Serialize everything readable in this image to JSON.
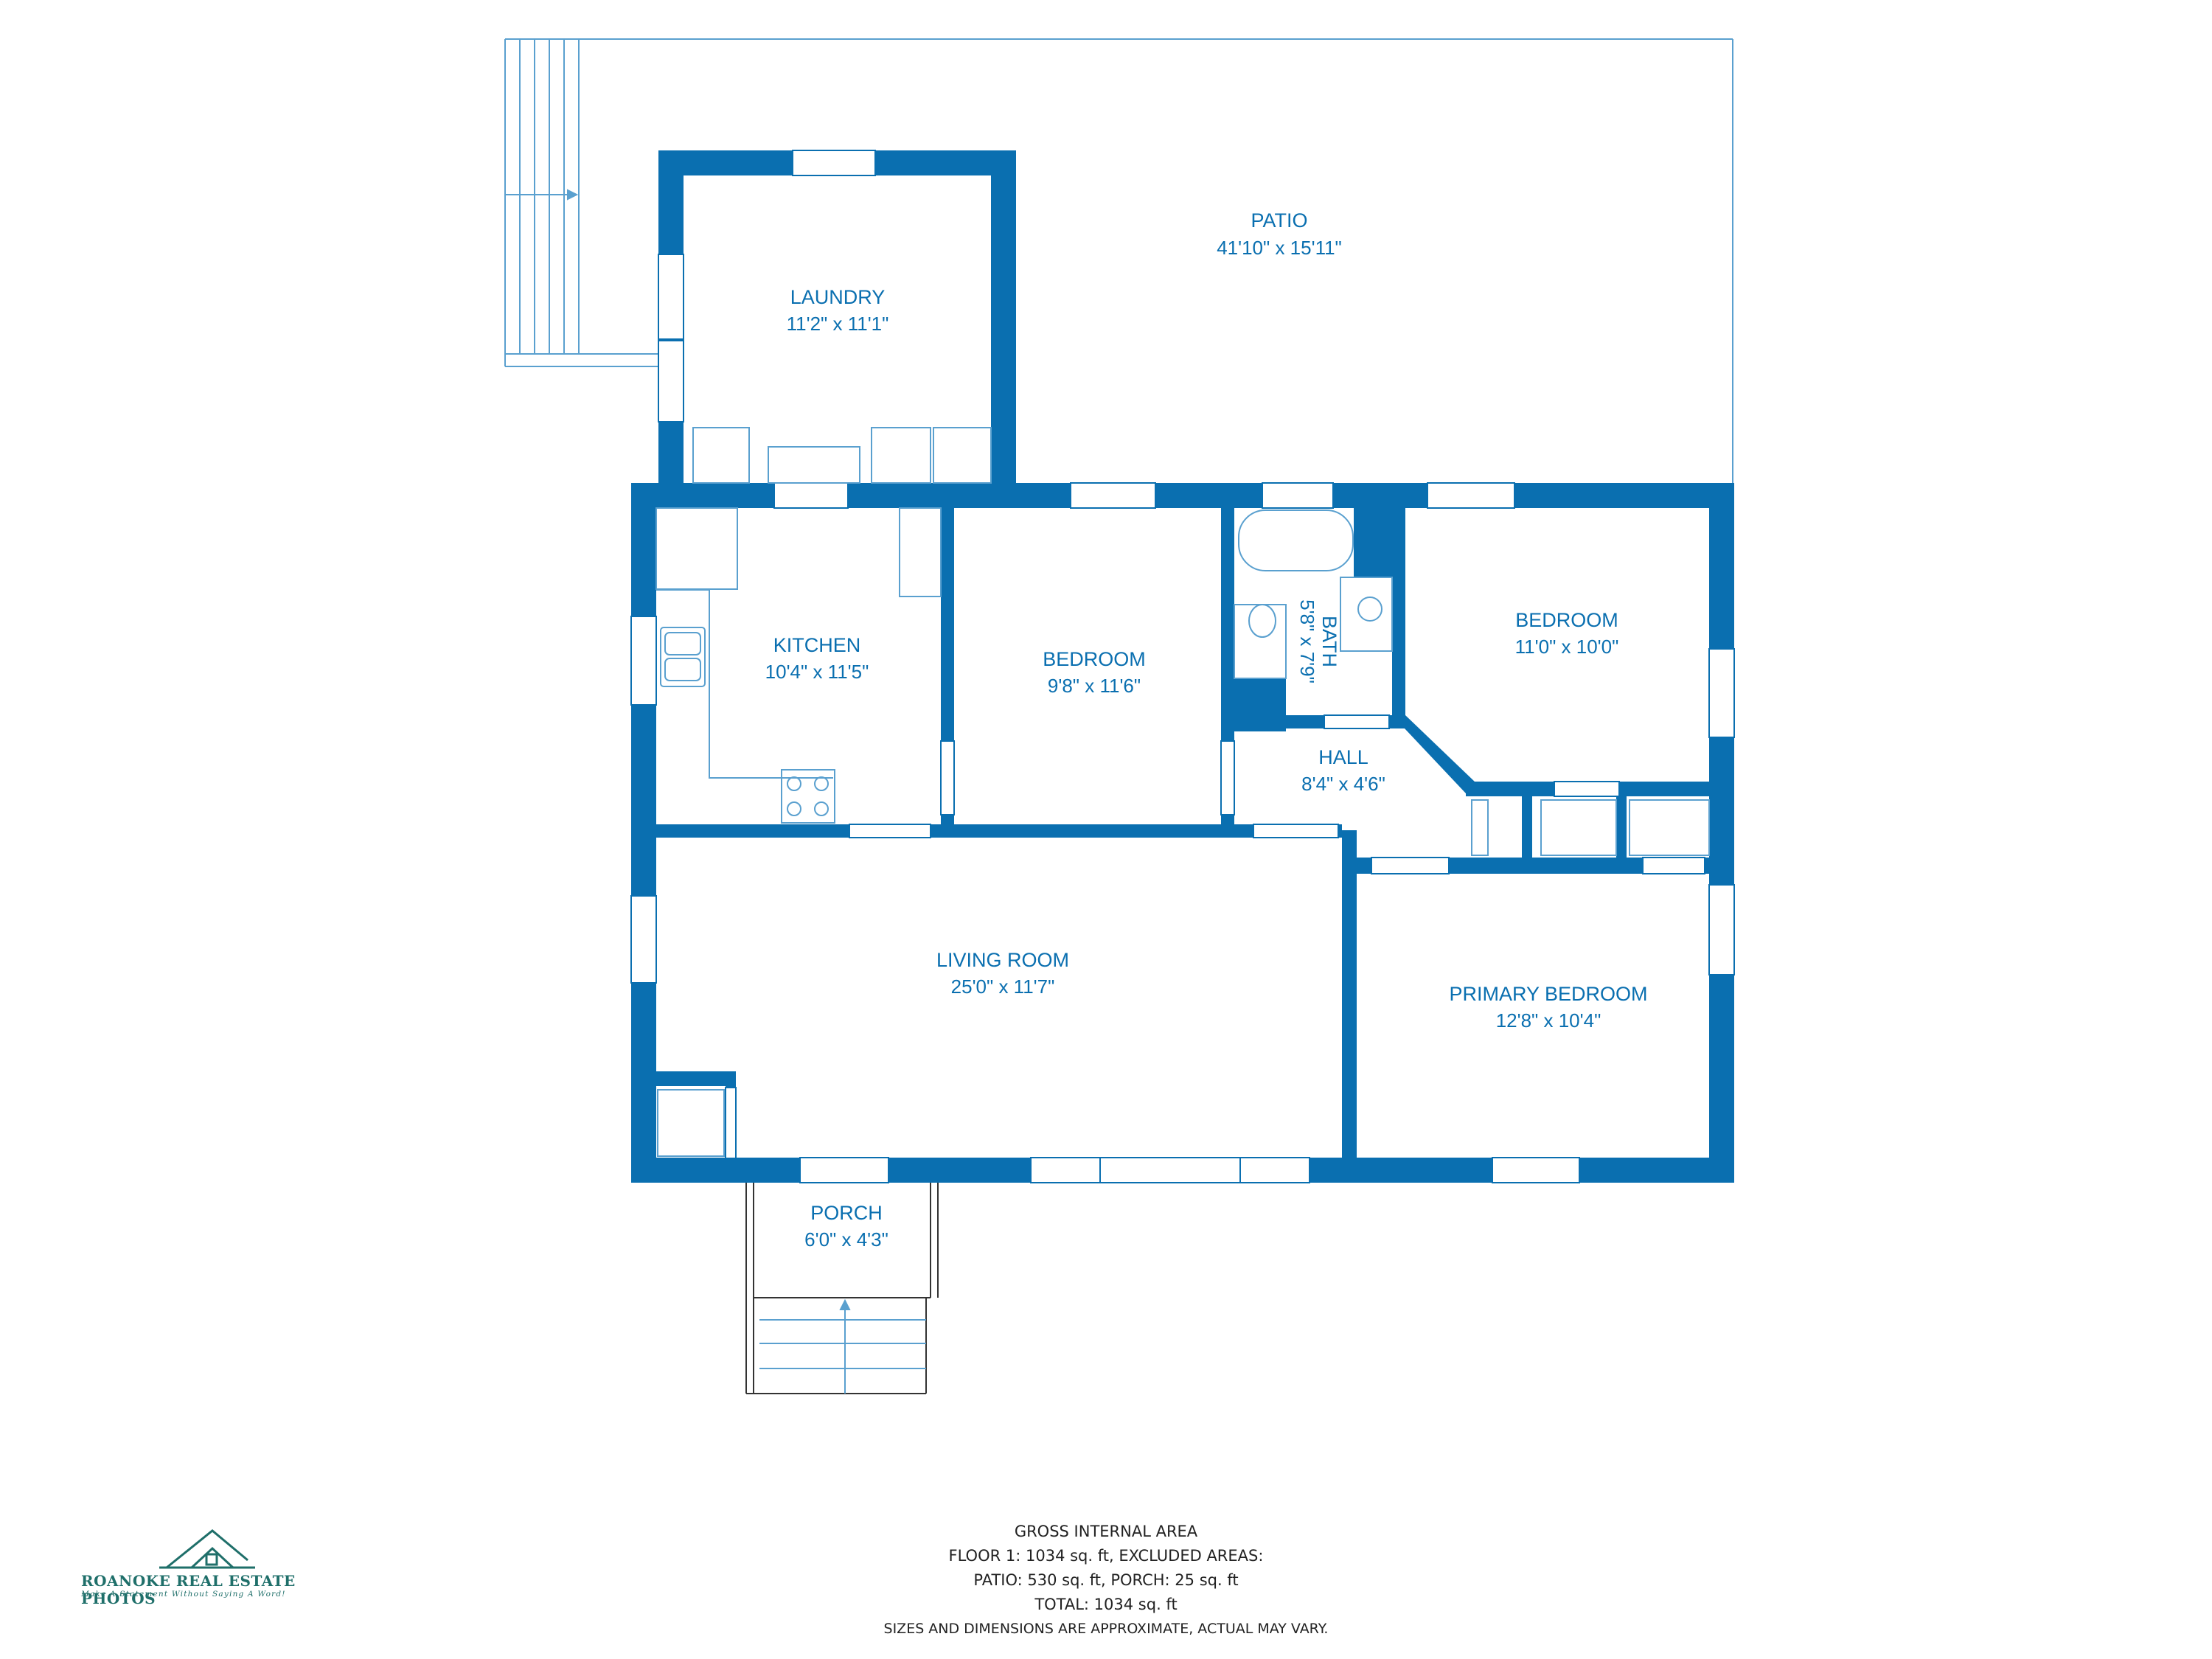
{
  "colors": {
    "wall": "#0a6fb0",
    "fixture": "#5aa0cf",
    "outline": "#333333",
    "label": "#0a6fb0",
    "logo": "#1f6f6a"
  },
  "rooms": {
    "patio": {
      "name": "PATIO",
      "dims": "41'10\" x 15'11\""
    },
    "laundry": {
      "name": "LAUNDRY",
      "dims": "11'2\" x 11'1\""
    },
    "kitchen": {
      "name": "KITCHEN",
      "dims": "10'4\" x 11'5\""
    },
    "bedroom1": {
      "name": "BEDROOM",
      "dims": "9'8\" x 11'6\""
    },
    "bath": {
      "name": "BATH",
      "dims": "5'8\" x 7'9\""
    },
    "bedroom2": {
      "name": "BEDROOM",
      "dims": "11'0\" x 10'0\""
    },
    "hall": {
      "name": "HALL",
      "dims": "8'4\" x 4'6\""
    },
    "living": {
      "name": "LIVING ROOM",
      "dims": "25'0\" x 11'7\""
    },
    "primary": {
      "name": "PRIMARY BEDROOM",
      "dims": "12'8\" x 10'4\""
    },
    "porch": {
      "name": "PORCH",
      "dims": "6'0\" x 4'3\""
    }
  },
  "area_summary": {
    "line1": "GROSS INTERNAL AREA",
    "line2": "FLOOR 1: 1034 sq. ft, EXCLUDED AREAS:",
    "line3": "PATIO: 530 sq. ft, PORCH: 25 sq. ft",
    "line4": "TOTAL: 1034 sq. ft",
    "line5": "SIZES AND DIMENSIONS ARE APPROXIMATE, ACTUAL MAY VARY."
  },
  "logo": {
    "name": "ROANOKE REAL ESTATE PHOTOS",
    "tagline": "Make A Statement Without Saying A Word!"
  }
}
